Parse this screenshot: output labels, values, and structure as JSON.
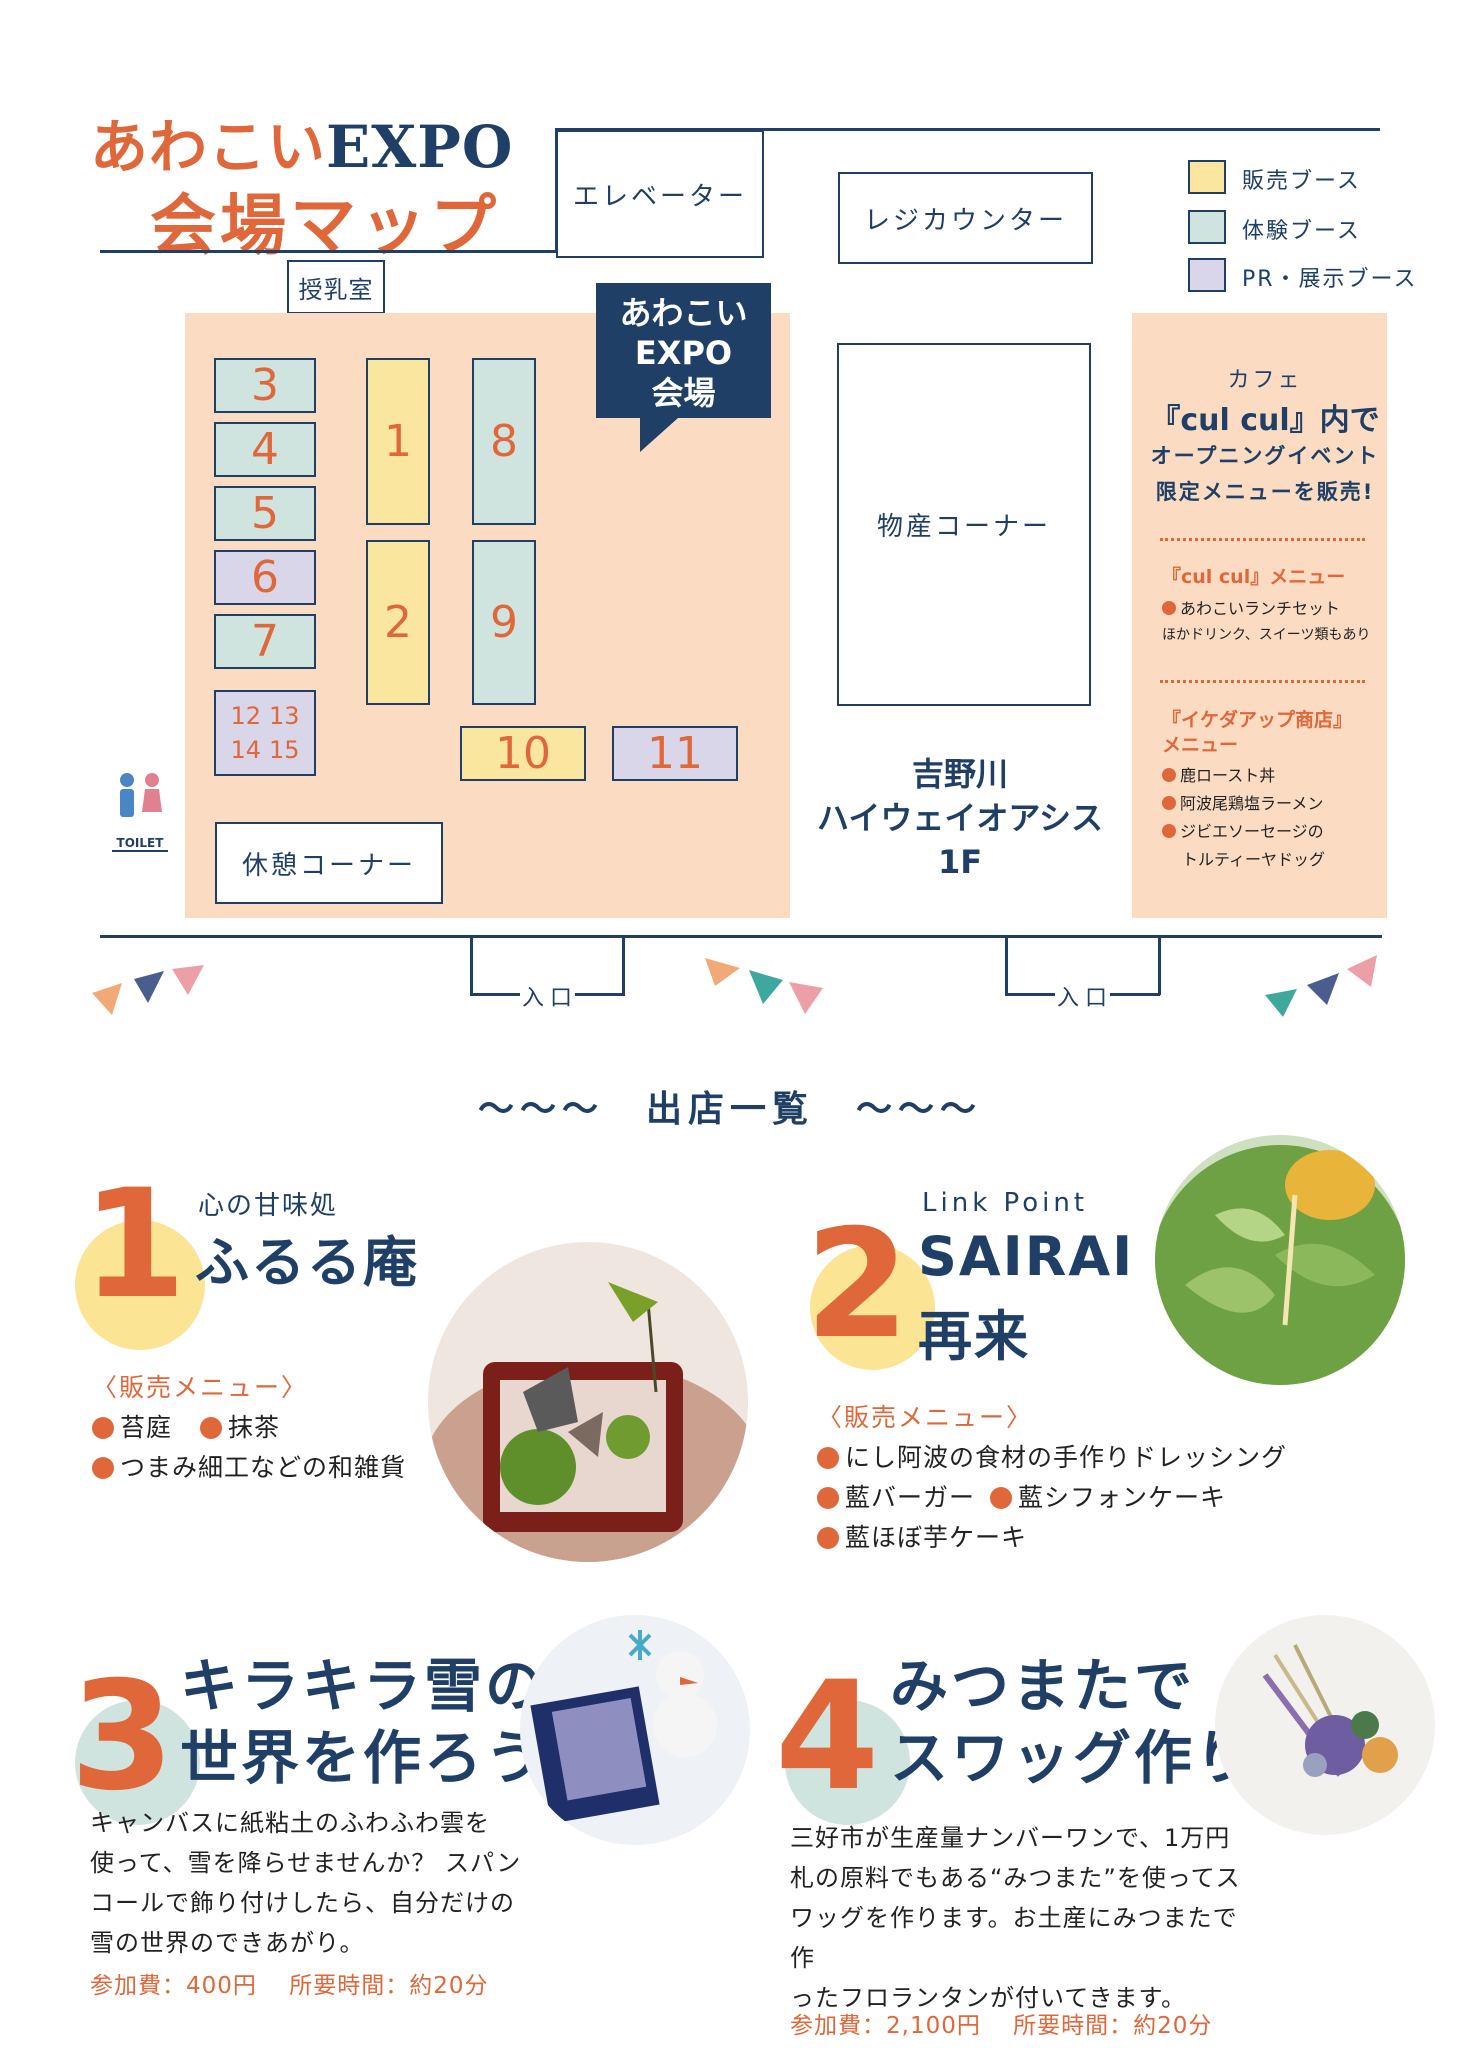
{
  "header": {
    "title_jp": "あわこい",
    "title_en": "EXPO",
    "subtitle": "会場マップ"
  },
  "legend": [
    {
      "label": "販売ブース",
      "color": "#fbe6a0"
    },
    {
      "label": "体験ブース",
      "color": "#cfe4df"
    },
    {
      "label": "PR・展示ブース",
      "color": "#d9d6ea"
    }
  ],
  "map": {
    "elevator": "エレベーター",
    "register": "レジカウンター",
    "nursing_room": "授乳室",
    "callout_lines": [
      "あわこい",
      "EXPO",
      "会場"
    ],
    "products_corner": "物産コーナー",
    "rest_corner": "休憩コーナー",
    "toilet": "TOILET",
    "entrance_left": "入口",
    "entrance_right": "入口",
    "venue_lines": [
      "吉野川",
      "ハイウェイオアシス",
      "1F"
    ],
    "booths": {
      "b1": "1",
      "b2": "2",
      "b3": "3",
      "b4": "4",
      "b5": "5",
      "b6": "6",
      "b7": "7",
      "b8": "8",
      "b9": "9",
      "b10": "10",
      "b11": "11",
      "b12": "12",
      "b13": "13",
      "b14": "14",
      "b15": "15"
    },
    "cafe": {
      "head": "カフェ",
      "name": "『cul cul』内で",
      "line1": "オープニングイベント",
      "line2": "限定メニューを販売!",
      "menu1_title": "『cul cul』メニュー",
      "menu1_item1": "あわこいランチセット",
      "menu1_item2": "ほかドリンク、スイーツ類もあり",
      "menu2_title1": "『イケダアップ商店』",
      "menu2_title2": "メニュー",
      "menu2_item1": "鹿ロースト丼",
      "menu2_item2": "阿波尾鶏塩ラーメン",
      "menu2_item3": "ジビエソーセージの",
      "menu2_item4": "トルティーヤドッグ"
    }
  },
  "section_title": "〜〜〜　出店一覧　〜〜〜",
  "shops": [
    {
      "num": "1",
      "sub": "心の甘味処",
      "name": "ふるる庵",
      "menu_title": "〈販売メニュー〉",
      "items": [
        "苔庭",
        "抹茶",
        "つまみ細工などの和雑貨"
      ]
    },
    {
      "num": "2",
      "sub": "Link Point",
      "name1": "SAIRAI",
      "name2": "再来",
      "menu_title": "〈販売メニュー〉",
      "items": [
        "にし阿波の食材の手作りドレッシング",
        "藍バーガー",
        "藍シフォンケーキ",
        "藍ほぼ芋ケーキ"
      ]
    }
  ],
  "workshops": [
    {
      "num": "3",
      "title1": "キラキラ雪の",
      "title2": "世界を作ろう",
      "desc": [
        "キャンバスに紙粘土のふわふわ雲を",
        "使って、雪を降らせませんか？ スパン",
        "コールで飾り付けしたら、自分だけの",
        "雪の世界のできあがり。"
      ],
      "fee": "参加費：400円　 所要時間：約20分"
    },
    {
      "num": "4",
      "title1": "みつまたで",
      "title2": "スワッグ作り",
      "desc": [
        "三好市が生産量ナンバーワンで、1万円",
        "札の原料でもある“みつまた”を使ってス",
        "ワッグを作ります。お土産にみつまたで作",
        "ったフロランタンが付いてきます。"
      ],
      "fee": "参加費：2,100円　 所要時間：約20分"
    }
  ]
}
